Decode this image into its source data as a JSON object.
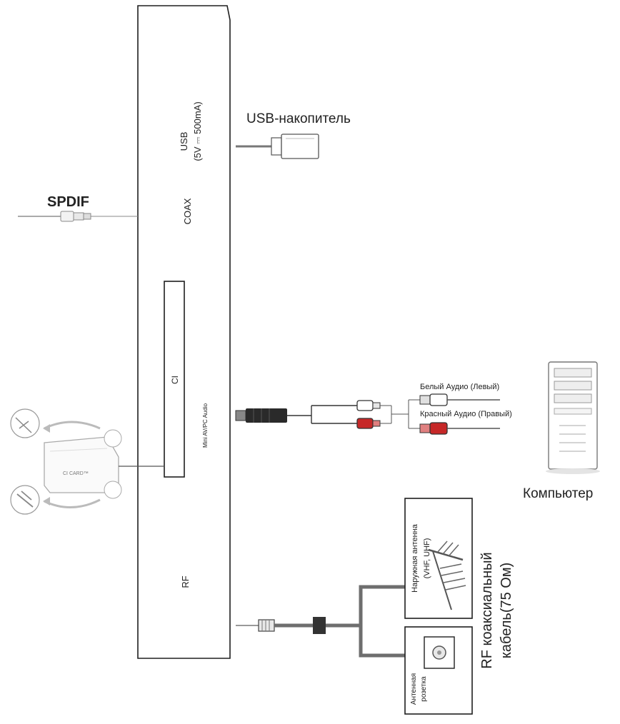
{
  "panel": {
    "usb_label": "USB",
    "usb_spec": "(5V ⎓ 500mA)",
    "coax_label": "COAX",
    "ci_label": "CI",
    "av_label": "Mini AV/PC Audio",
    "rf_label": "RF"
  },
  "devices": {
    "usb_drive_label": "USB-накопитель",
    "spdif_label": "SPDIF",
    "ci_card_label": "CI CARD™",
    "white_audio_label": "Белый Аудио (Левый)",
    "red_audio_label": "Красный Аудио (Правый)",
    "computer_label": "Компьютер",
    "outdoor_antenna_label": "Наружная антенна",
    "antenna_bands": "(VHF, UHF)",
    "antenna_socket_label_1": "Антенная",
    "antenna_socket_label_2": "розетка",
    "rf_cable_label_1": "RF коаксиальный",
    "rf_cable_label_2": "кабель(75 Ом)"
  },
  "colors": {
    "line": "#1e1e1e",
    "cable": "#6e6e6e",
    "red_plug": "#c62828",
    "light_gray": "#d9d9d9"
  }
}
